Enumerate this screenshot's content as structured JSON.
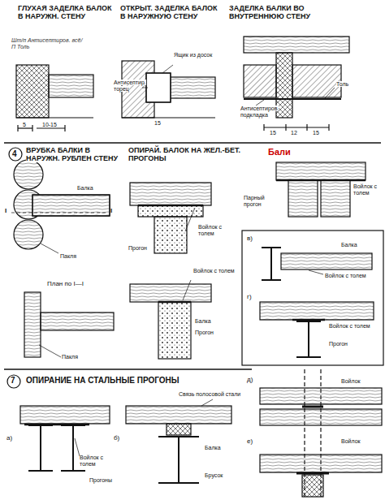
{
  "diagram": {
    "labels": [
      "ГЛУХАЯ ЗАДЕЛКА БАЛОК В НАРУЖН. СТЕНУ",
      "ОТКРЫТ. ЗАДЕЛКА БАЛОК В НАРУЖНУЮ СТЕНУ",
      "ЗАДЕЛКА БАЛКИ ВО ВНУТРЕННЮЮ СТЕНУ",
      "Шт/п Антисептиров. всё/П Толь",
      "Ящик из досок",
      "Антисептир. торец",
      "Толь",
      "Антисептиров. подкладка",
      "5",
      "10-15",
      "15",
      "15",
      "12",
      "15",
      "4",
      "ВРУБКА БАЛКИ В НАРУЖН. РУБЛЕН СТЕНУ",
      "ОПИРАЙ. БАЛОК НА ЖЕЛ.-БЕТ. ПРОГОНЫ",
      "Бали",
      "Балка",
      "I",
      "I",
      "Пакля",
      "План по I—I",
      "Пакля",
      "Войлок с толем",
      "Прогон",
      "Войлок с толем",
      "Балка",
      "Прогон",
      "Парный прогон",
      "Войлок с толем",
      "в)",
      "Балка",
      "Войлок с толем",
      "г)",
      "Войлок с толем",
      "Прогон",
      "7",
      "ОПИРАНИЕ НА СТАЛЬНЫЕ ПРОГОНЫ",
      "Связь полосовой стали",
      "а)",
      "Войлок с толем",
      "Прогоны",
      "б)",
      "Балка",
      "Брусок",
      "д)",
      "Войлок",
      "е)",
      "Войлок"
    ]
  }
}
